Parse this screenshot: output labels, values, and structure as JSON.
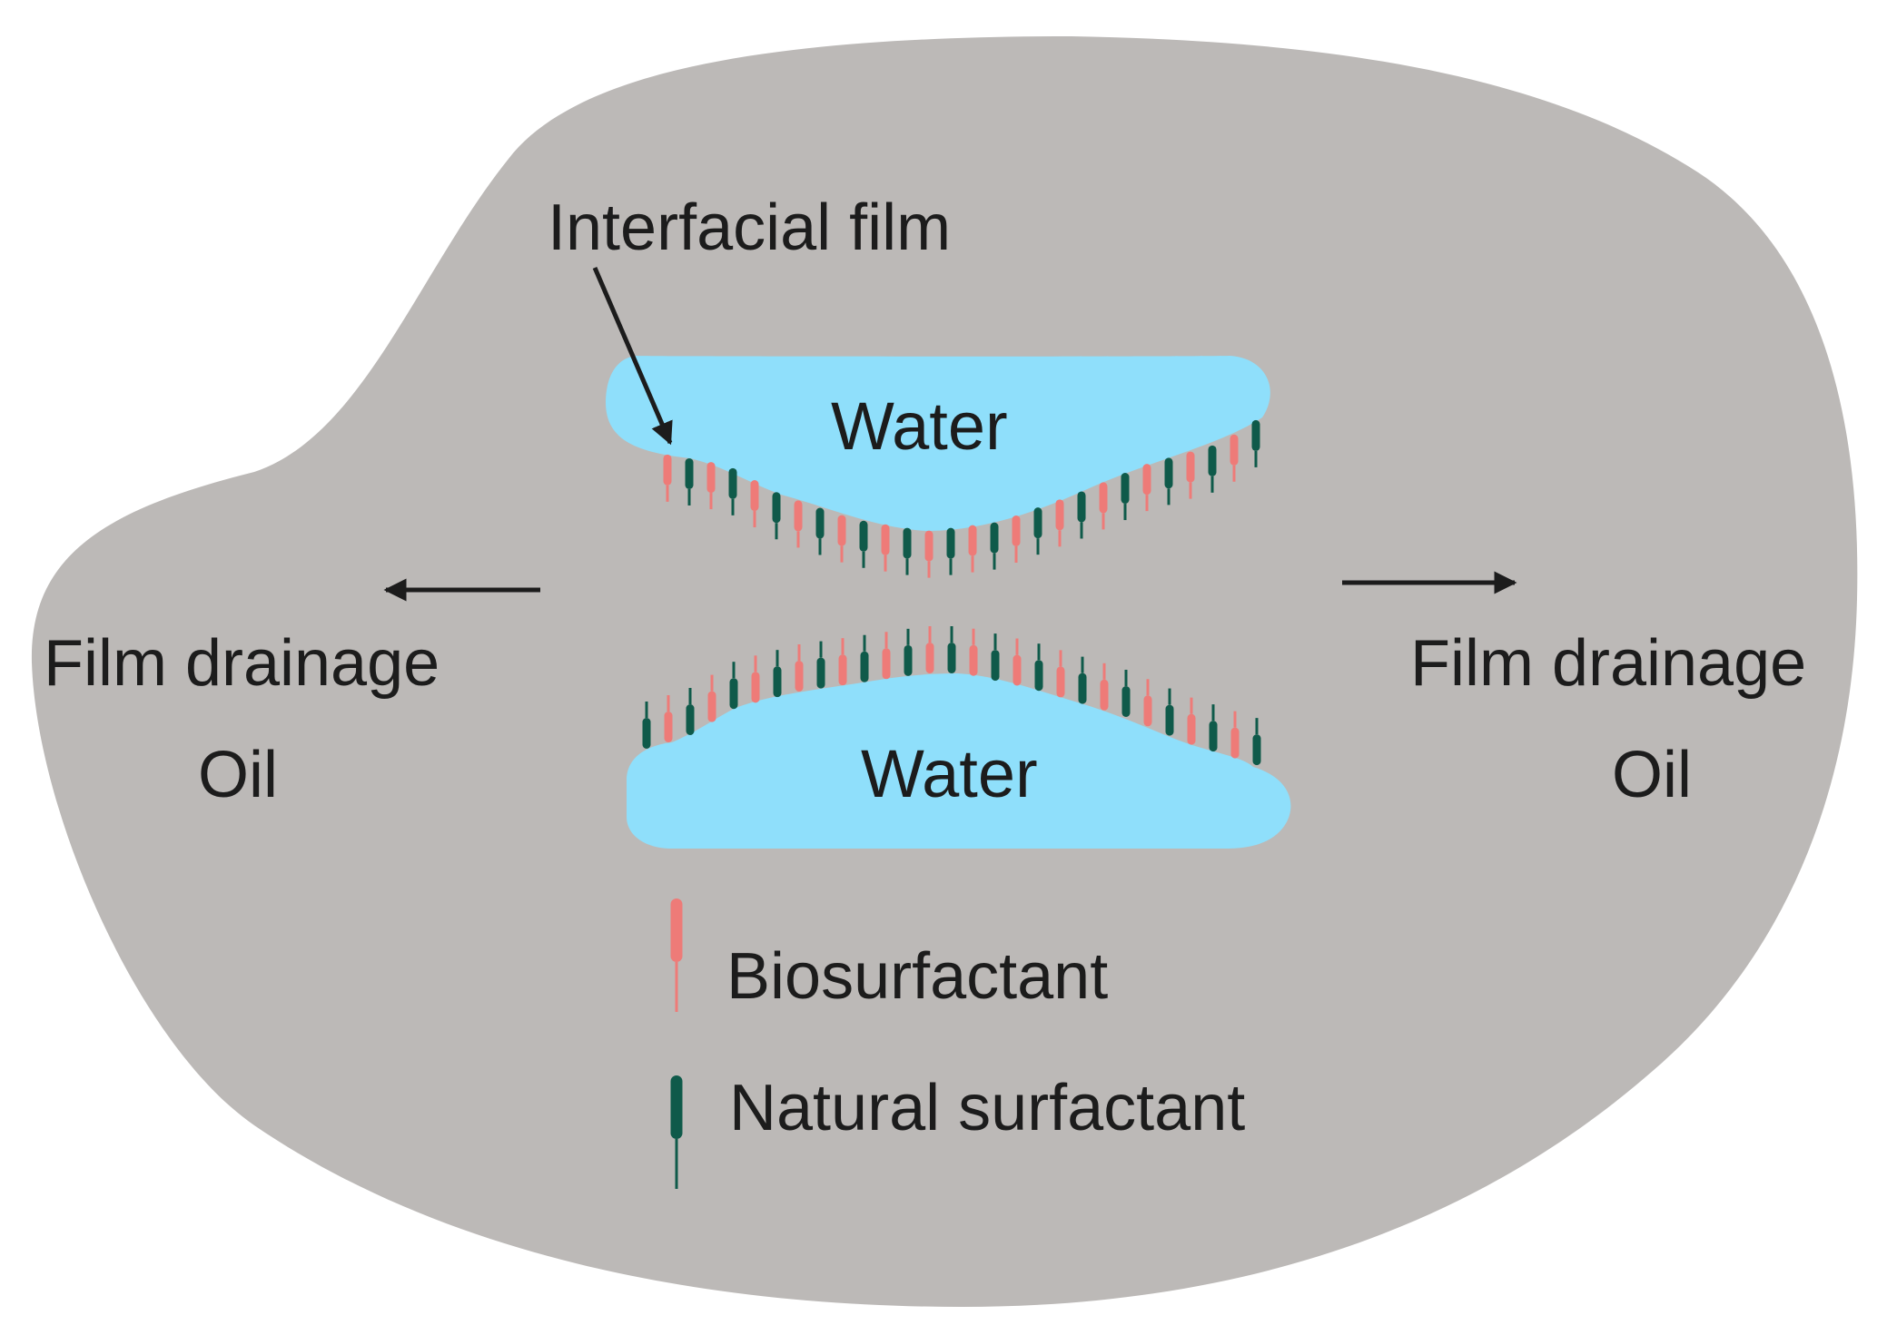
{
  "labels": {
    "interfacial_film": "Interfacial film",
    "water_top": "Water",
    "water_bottom": "Water",
    "film_drainage_left": "Film drainage",
    "oil_left": "Oil",
    "film_drainage_right": "Film drainage",
    "oil_right": "Oil"
  },
  "legend": {
    "biosurfactant": "Biosurfactant",
    "natural_surfactant": "Natural surfactant"
  },
  "colors": {
    "oil_region": "#bcb9b7",
    "water": "#8fdffb",
    "biosurfactant": "#ee7b78",
    "natural_surfactant": "#0f5a4a",
    "text": "#1c1c1c",
    "arrow": "#1c1c1c"
  }
}
